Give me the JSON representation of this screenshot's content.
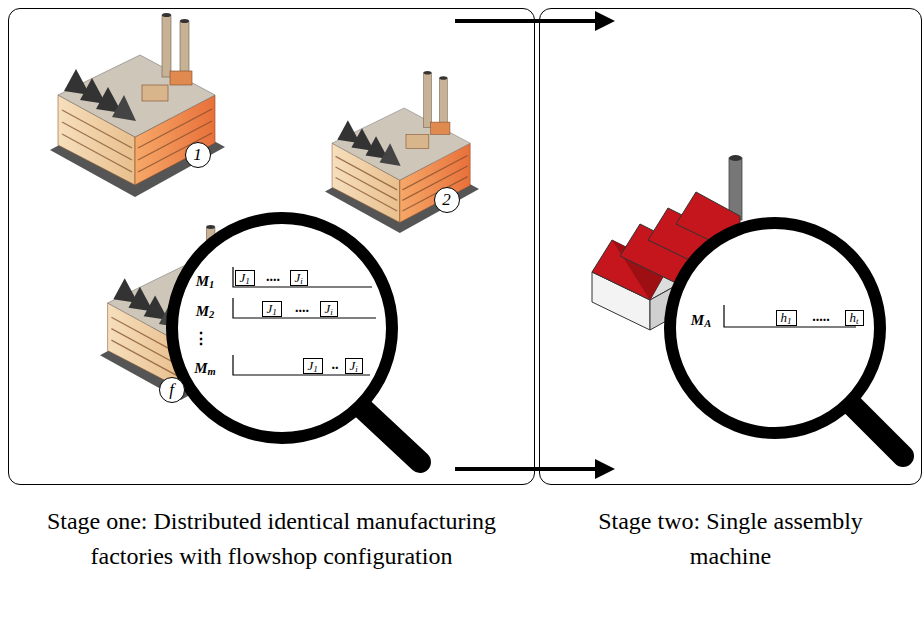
{
  "diagram": {
    "nodes": [
      {
        "text": [
          "Stage one: Distributed identical manufacturing factories with flowshop configuration"
        ]
      },
      {
        "text": [
          "Stage two: Single assembly machine"
        ]
      },
      {
        "text": [
          "1"
        ],
        "in": 0
      },
      {
        "text": [
          "2"
        ],
        "in": 0
      },
      {
        "text": [
          "f"
        ],
        "in": 0
      },
      {
        "text": [
          "J1"
        ],
        "in": 0
      },
      {
        "text": [
          "Ji"
        ],
        "in": 0
      },
      {
        "text": [
          "J1"
        ],
        "in": 0
      },
      {
        "text": [
          "Ji"
        ],
        "in": 0
      },
      {
        "text": [
          "J1"
        ],
        "in": 0
      },
      {
        "text": [
          "Ji"
        ],
        "in": 0
      },
      {
        "text": [
          "h1"
        ],
        "in": 1
      },
      {
        "text": [
          "ht"
        ],
        "in": 1
      }
    ],
    "edges": [
      {
        "from": 0,
        "to": 1,
        "arrow": "to"
      },
      {
        "from": 0,
        "to": 1,
        "arrow": "to"
      }
    ],
    "labels": [
      "M1",
      "M2",
      "⋮",
      "Mm",
      "....",
      "....",
      "..",
      "MA",
      "....."
    ]
  }
}
